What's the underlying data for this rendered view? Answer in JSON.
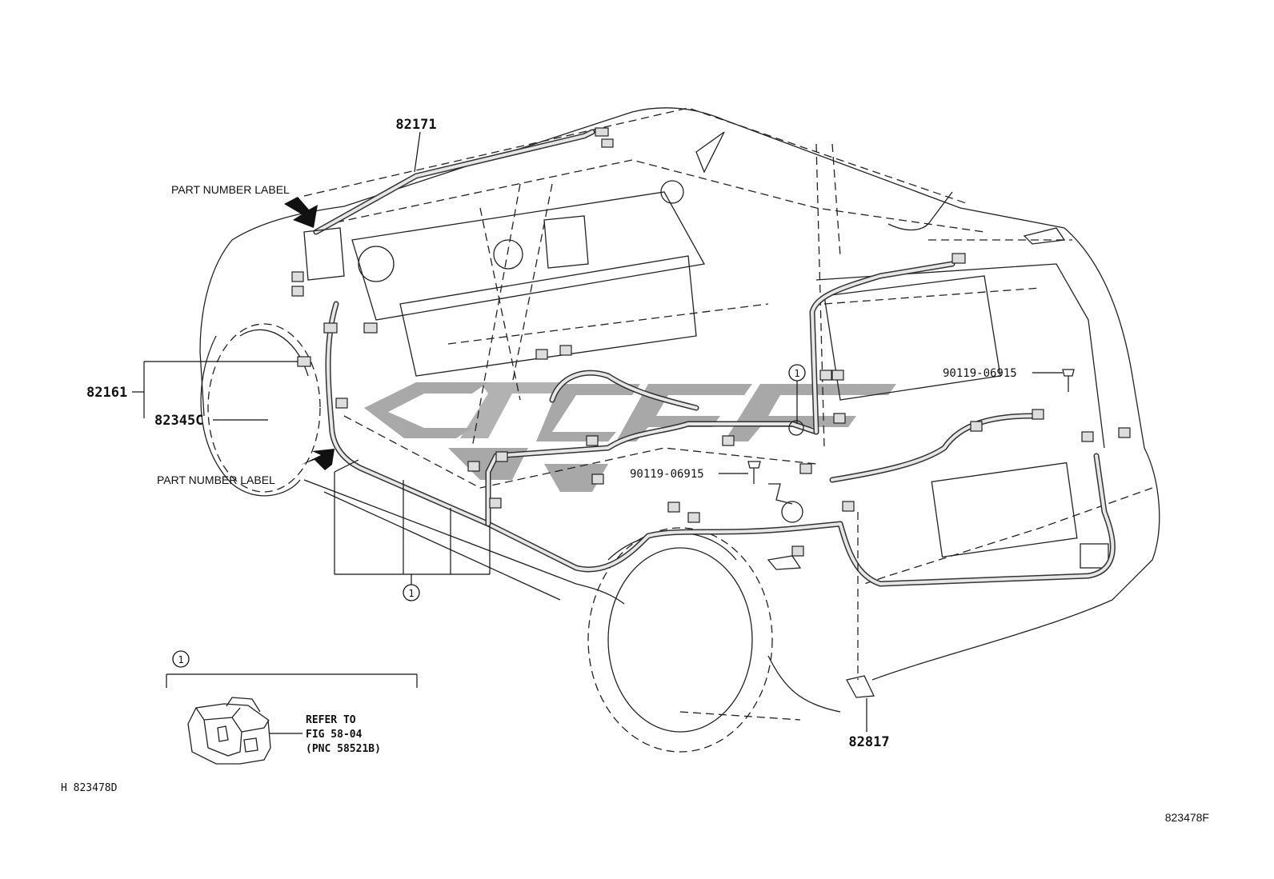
{
  "diagram": {
    "part_labels": {
      "p82171": "82171",
      "p82161": "82161",
      "p82345c": "82345C",
      "p90119_a": "90119-06915",
      "p90119_b": "90119-06915",
      "p82817": "82817"
    },
    "callouts": {
      "part_number_label_top": "PART NUMBER LABEL",
      "part_number_label_bottom": "PART NUMBER LABEL",
      "marker_1": "1"
    },
    "refer_note": {
      "line1": "REFER TO",
      "line2": "FIG 58-04",
      "line3": "(PNC 58521B)"
    },
    "codes": {
      "bottom_left": "H 823478D",
      "bottom_right": "823478F"
    },
    "colors": {
      "line": "#222222",
      "harness_fill": "#e6e6e6",
      "watermark": "#9a9a9a"
    }
  }
}
